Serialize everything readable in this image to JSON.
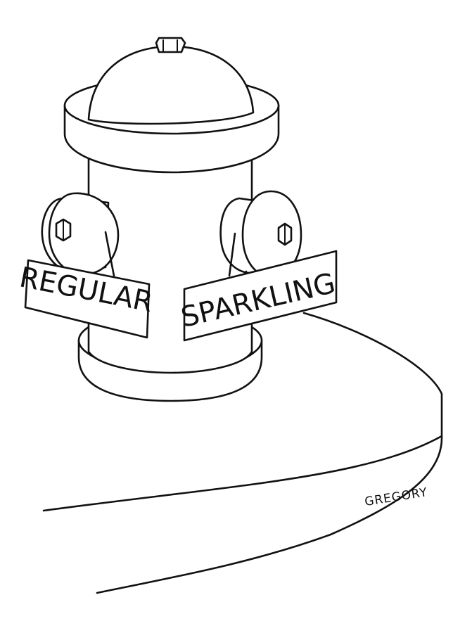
{
  "signs": {
    "left": "REGULAR",
    "right": "SPARKLING"
  },
  "signature": "GREGORY"
}
